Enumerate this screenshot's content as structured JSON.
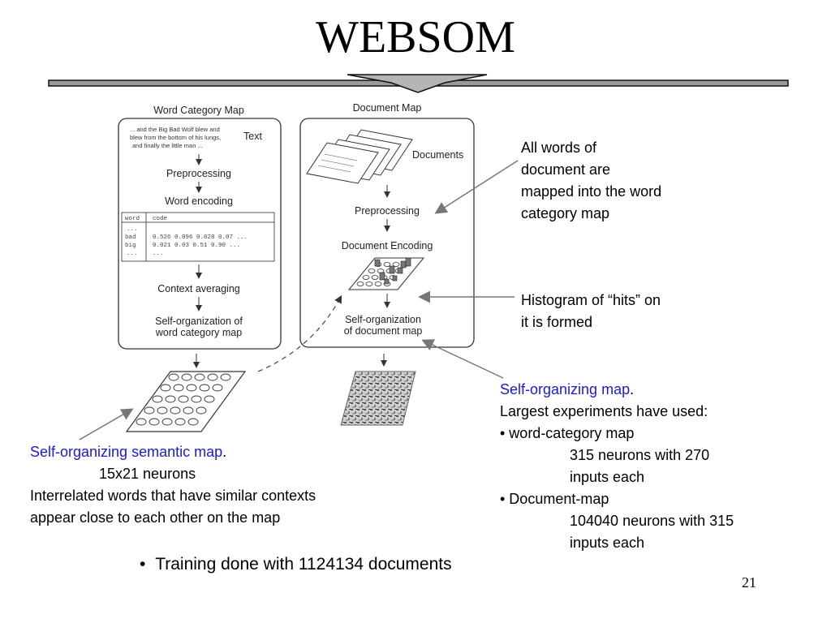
{
  "slide": {
    "title": "WEBSOM",
    "page_number": "21"
  },
  "diagram": {
    "word_map": {
      "header": "Word Category Map",
      "sample_text": [
        "... and the Big Bad Wolf blew and",
        "blew from the bottom of his lungs,",
        "and finally the little man ..."
      ],
      "text_label": "Text",
      "preprocessing": "Preprocessing",
      "word_encoding": "Word encoding",
      "table_headers": [
        "word",
        "code"
      ],
      "table_rows": [
        [
          "...",
          "..."
        ],
        [
          "bad",
          "0.526 0.096 0.028 0.07 ..."
        ],
        [
          "big",
          "0.021 0.03 0.51 0.90 ..."
        ],
        [
          "...",
          "..."
        ]
      ],
      "context_averaging": "Context averaging",
      "self_org": [
        "Self-organization of",
        "word category map"
      ]
    },
    "document_map": {
      "header": "Document Map",
      "documents": "Documents",
      "preprocessing": "Preprocessing",
      "encoding": "Document Encoding",
      "self_org": [
        "Self-organization",
        "of document map"
      ]
    }
  },
  "annotations": {
    "words_mapped": [
      "All words of",
      "document are",
      "mapped into the word",
      "category map"
    ],
    "histogram": [
      "Histogram of “hits” on",
      "it is formed"
    ],
    "som_title": "Self-organizing map",
    "som_period": ".",
    "som_intro": "Largest experiments have used:",
    "wc_bullet": "•  word-category map",
    "wc_detail": [
      "315 neurons with 270",
      "inputs each"
    ],
    "dm_bullet": "• Document-map",
    "dm_detail": [
      "104040 neurons with 315",
      "inputs each"
    ],
    "semantic_title": "Self-organizing semantic map",
    "semantic_period": ".",
    "semantic_size": "15x21 neurons",
    "semantic_desc": [
      "Interrelated words that have similar contexts",
      "appear close to each other on the map"
    ],
    "training": "Training done with 1124134 documents"
  },
  "colors": {
    "highlight": "#1a1ad6",
    "diagram_ink": "#333333"
  }
}
